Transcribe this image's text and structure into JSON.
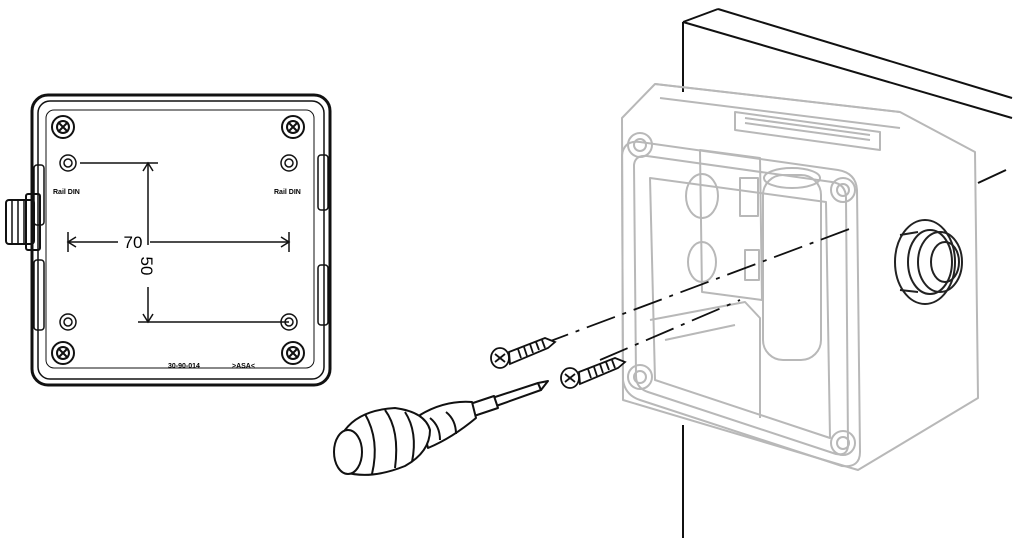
{
  "diagram": {
    "dimensions": {
      "width": "70",
      "height": "50"
    },
    "labels": {
      "rail_left": "Rail DIN",
      "rail_right": "Rail DIN",
      "part_number": "30-90-014",
      "material": ">ASA<"
    },
    "colors": {
      "line": "#111111",
      "faded": "#b8b8b8",
      "background": "#ffffff"
    }
  }
}
